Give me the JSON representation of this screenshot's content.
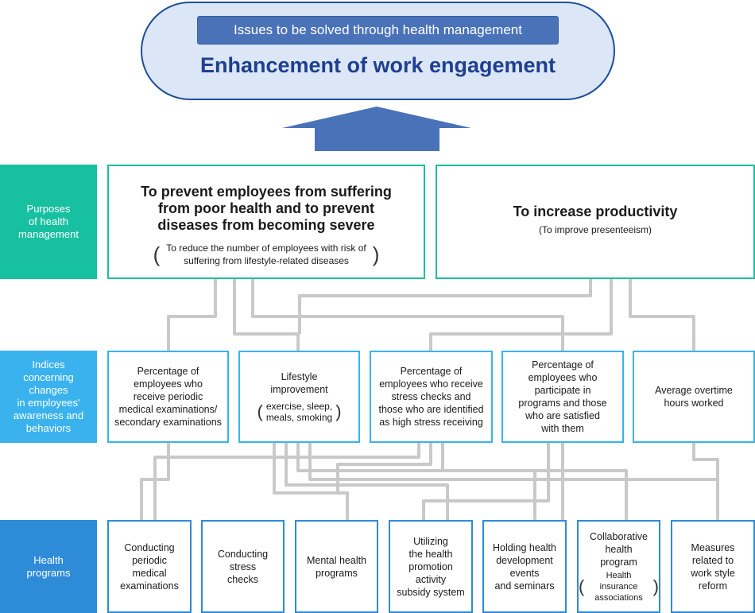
{
  "top": {
    "subtitle": "Issues to be solved through health management",
    "title": "Enhancement of work engagement"
  },
  "side_labels": {
    "purposes": "Purposes\nof health\nmanagement",
    "indices": "Indices\nconcerning\nchanges\nin employees'\nawareness and\nbehaviors",
    "programs": "Health\nprograms"
  },
  "purposes": [
    {
      "title": "To prevent employees from suffering\nfrom poor health and to prevent\ndiseases from becoming severe",
      "note": "To reduce the number of employees with risk of\nsuffering from lifestyle-related diseases"
    },
    {
      "title": "To increase productivity",
      "note": "(To improve presenteeism)"
    }
  ],
  "indices": [
    {
      "label": "Percentage of\nemployees who\nreceive periodic\nmedical examinations/\nsecondary examinations"
    },
    {
      "label": "Lifestyle\nimprovement",
      "note": "exercise, sleep,\nmeals, smoking"
    },
    {
      "label": "Percentage of\nemployees who receive\nstress checks and\nthose who are identified\nas high stress receiving"
    },
    {
      "label": "Percentage of\nemployees who\nparticipate in\nprograms and those\nwho are satisfied\nwith them"
    },
    {
      "label": "Average overtime\nhours worked"
    }
  ],
  "programs": [
    {
      "label": "Conducting\nperiodic\nmedical\nexaminations"
    },
    {
      "label": "Conducting\nstress\nchecks"
    },
    {
      "label": "Mental health\nprograms"
    },
    {
      "label": "Utilizing\nthe health\npromotion\nactivity\nsubsidy system"
    },
    {
      "label": "Holding health\ndevelopment\nevents\nand seminars"
    },
    {
      "label": "Collaborative\nhealth\nprogram",
      "note": "Health insurance\nassociations"
    },
    {
      "label": "Measures\nrelated to\nwork style\nreform"
    }
  ],
  "colors": {
    "teal": "#1cbf9b",
    "sky": "#3ab2ee",
    "blue": "#2e8bd8",
    "navy": "#1f3f8f",
    "arrow": "#4a72b8",
    "connector": "#c9c9c9"
  }
}
